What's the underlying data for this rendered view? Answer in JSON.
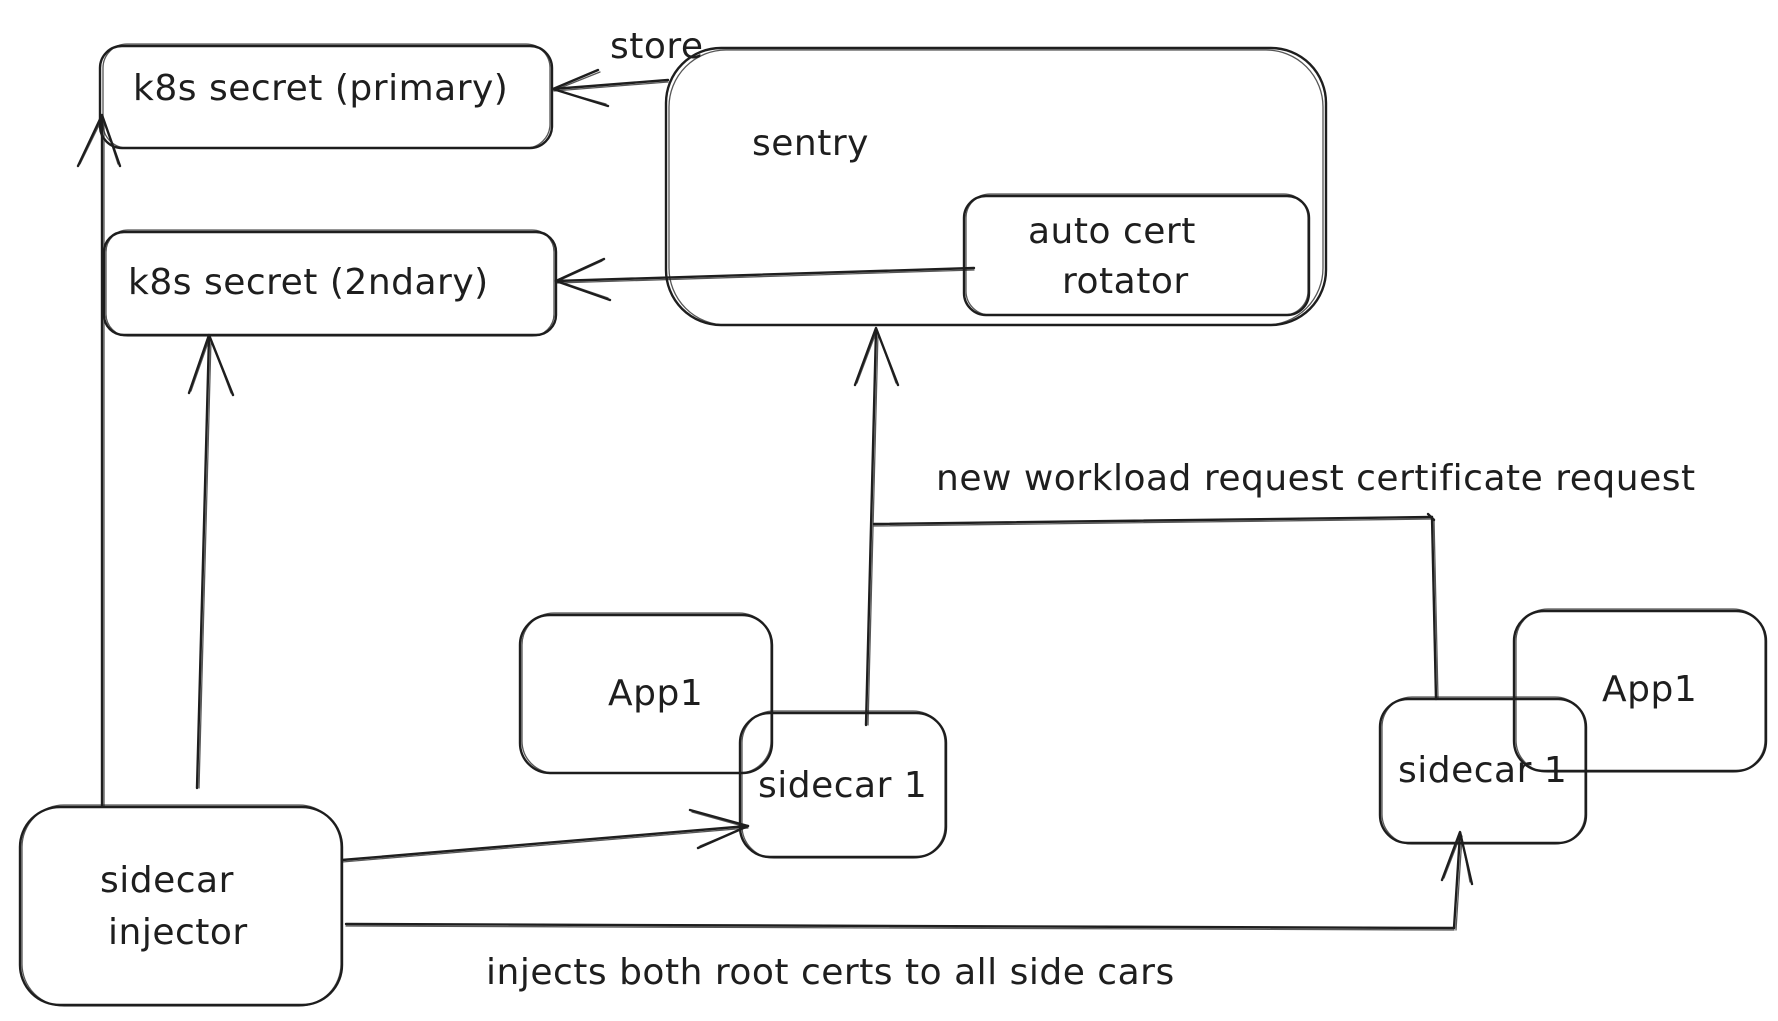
{
  "diagram": {
    "nodes": {
      "secret_primary": "k8s secret (primary)",
      "secret_secondary": "k8s secret (2ndary)",
      "sentry": "sentry",
      "auto_cert_rotator_line1": "auto cert",
      "auto_cert_rotator_line2": "rotator",
      "app1_left": "App1",
      "sidecar_left": "sidecar 1",
      "app1_right": "App1",
      "sidecar_right": "sidecar 1",
      "sidecar_injector_line1": "sidecar",
      "sidecar_injector_line2": "injector"
    },
    "edge_labels": {
      "store": "store",
      "cert_request": "new workload request certificate request",
      "injects": "injects both root certs to all side cars"
    },
    "colors": {
      "stroke": "#1e1e1e",
      "background": "#ffffff"
    }
  }
}
